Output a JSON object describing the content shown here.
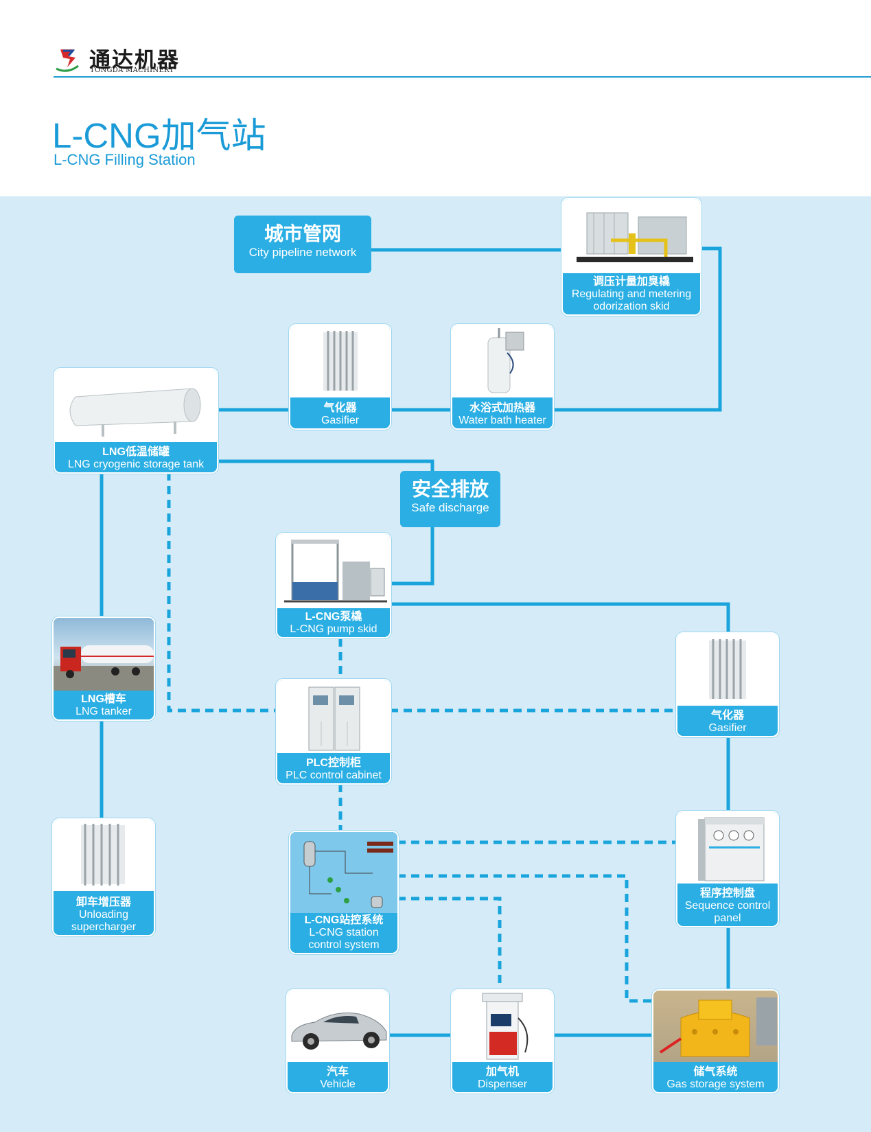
{
  "header": {
    "logo_cn": "通达机器",
    "logo_en": "TONGDA MACHINERY",
    "title_cn": "L-CNG加气站",
    "title_en": "L-CNG Filling Station"
  },
  "colors": {
    "accent": "#2aaee3",
    "background": "#d5ecf8",
    "title": "#1a9bd7"
  },
  "nodes": {
    "city_pipeline": {
      "cn": "城市管网",
      "en": "City pipeline network"
    },
    "regulating_skid": {
      "cn": "调压计量加臭橇",
      "en": "Regulating and metering odorization skid",
      "icon": "skid-photo"
    },
    "gasifier_top": {
      "cn": "气化器",
      "en": "Gasifier",
      "icon": "gasifier-photo"
    },
    "water_heater": {
      "cn": "水浴式加热器",
      "en": "Water bath heater",
      "icon": "heater-photo"
    },
    "storage_tank": {
      "cn": "LNG低温储罐",
      "en": "LNG cryogenic storage tank",
      "icon": "tank-photo"
    },
    "safe_discharge": {
      "cn": "安全排放",
      "en": "Safe discharge"
    },
    "pump_skid": {
      "cn": "L-CNG泵橇",
      "en": "L-CNG pump skid",
      "icon": "pump-skid-photo"
    },
    "tanker": {
      "cn": "LNG槽车",
      "en": "LNG tanker",
      "icon": "truck-photo"
    },
    "plc": {
      "cn": "PLC控制柜",
      "en": "PLC control cabinet",
      "icon": "cabinet-photo"
    },
    "gasifier_right": {
      "cn": "气化器",
      "en": "Gasifier",
      "icon": "gasifier-photo"
    },
    "supercharger": {
      "cn": "卸车增压器",
      "en": "Unloading supercharger",
      "icon": "gasifier-photo"
    },
    "station_control": {
      "cn": "L-CNG站控系统",
      "en": "L-CNG station control system",
      "icon": "scada-screen"
    },
    "sequence_panel": {
      "cn": "程序控制盘",
      "en": "Sequence control panel",
      "icon": "panel-photo"
    },
    "vehicle": {
      "cn": "汽车",
      "en": "Vehicle",
      "icon": "car-photo"
    },
    "dispenser": {
      "cn": "加气机",
      "en": "Dispenser",
      "icon": "dispenser-photo"
    },
    "gas_storage": {
      "cn": "储气系统",
      "en": "Gas storage system",
      "icon": "storage-photo"
    }
  }
}
